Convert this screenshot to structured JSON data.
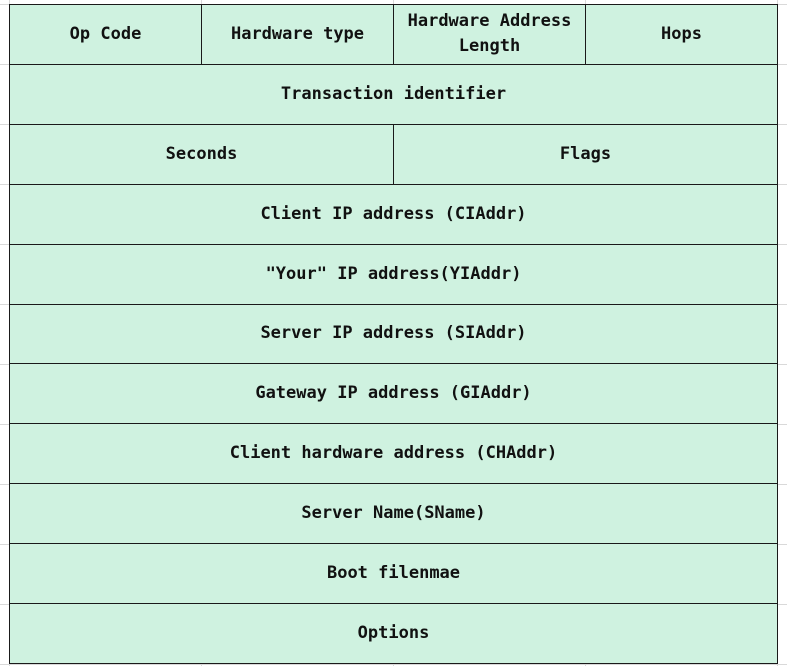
{
  "diagram": {
    "rows": [
      {
        "cells": [
          "Op Code",
          "Hardware type",
          "Hardware Address Length",
          "Hops"
        ]
      },
      {
        "cells": [
          "Transaction identifier"
        ]
      },
      {
        "cells": [
          "Seconds",
          "Flags"
        ]
      },
      {
        "cells": [
          "Client IP address (CIAddr)"
        ]
      },
      {
        "cells": [
          "\"Your\" IP address(YIAddr)"
        ]
      },
      {
        "cells": [
          "Server IP address (SIAddr)"
        ]
      },
      {
        "cells": [
          "Gateway IP address (GIAddr)"
        ]
      },
      {
        "cells": [
          "Client hardware address (CHAddr)"
        ]
      },
      {
        "cells": [
          "Server Name(SName)"
        ]
      },
      {
        "cells": [
          "Boot filenmae"
        ]
      },
      {
        "cells": [
          "Options"
        ]
      }
    ]
  },
  "colors": {
    "cell_fill": "#cff2e0",
    "border": "#1a1a1a",
    "text": "#111111",
    "gridline": "#d9d9d9"
  }
}
